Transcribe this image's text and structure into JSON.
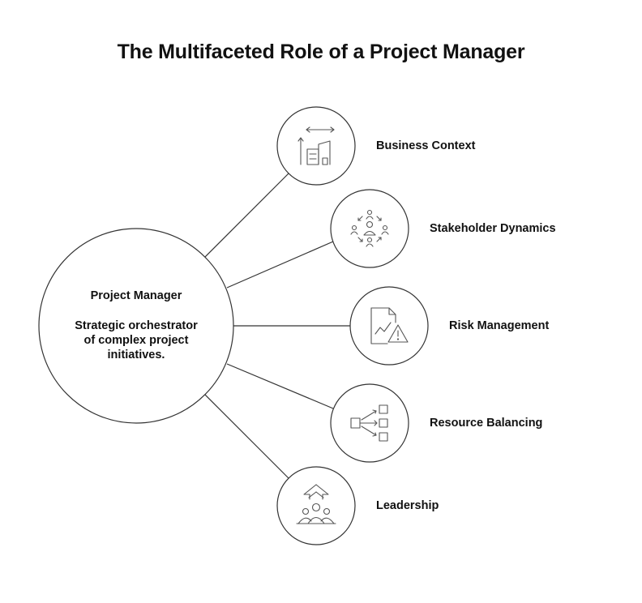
{
  "title": "The Multifaceted Role of a Project Manager",
  "center": {
    "title": "Project Manager",
    "description": "Strategic orchestrator of complex project initiatives."
  },
  "nodes": [
    {
      "label": "Business Context",
      "icon": "business-context-icon"
    },
    {
      "label": "Stakeholder Dynamics",
      "icon": "stakeholder-dynamics-icon"
    },
    {
      "label": "Risk Management",
      "icon": "risk-management-icon"
    },
    {
      "label": "Resource Balancing",
      "icon": "resource-balancing-icon"
    },
    {
      "label": "Leadership",
      "icon": "leadership-icon"
    }
  ],
  "colors": {
    "stroke": "#333333",
    "icon": "#555555",
    "text": "#111111"
  }
}
